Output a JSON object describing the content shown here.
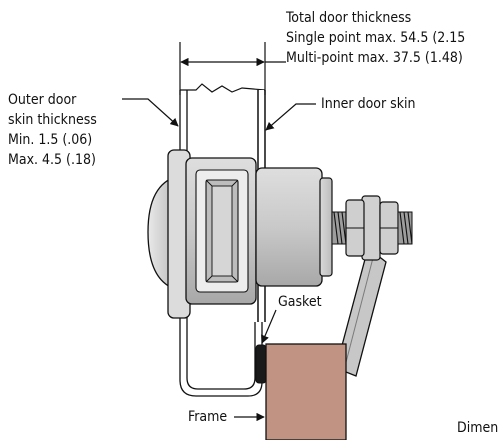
{
  "labels": {
    "total_thickness": {
      "title": "Total door thickness",
      "single_point": "Single point max. 54.5 (2.15",
      "multi_point": "Multi-point max. 37.5 (1.48)"
    },
    "outer_skin": {
      "line1": "Outer door",
      "line2": "skin thickness",
      "line3": "Min. 1.5 (.06)",
      "line4": "Max. 4.5 (.18)"
    },
    "inner_skin": "Inner door skin",
    "gasket": "Gasket",
    "frame": "Frame",
    "dimensions_note": "Dimen"
  },
  "colors": {
    "frame_fill": "#c09382",
    "part_fill": "#cfcfcf",
    "part_shade": "#9a9a9a",
    "line": "#111111"
  }
}
